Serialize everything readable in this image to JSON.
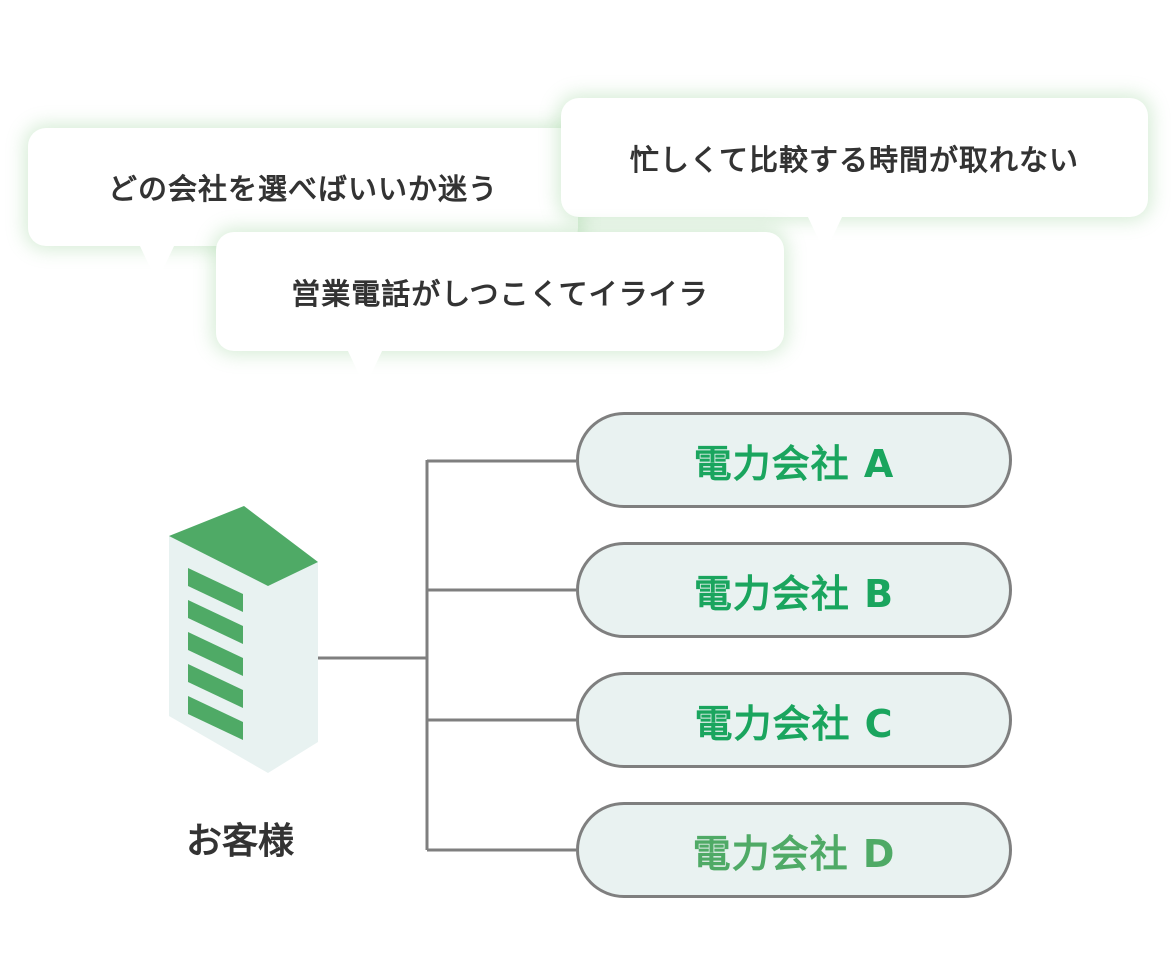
{
  "bubbles": [
    {
      "text": "どの会社を選べばいいか迷う"
    },
    {
      "text": "忙しくて比較する時間が取れない"
    },
    {
      "text": "営業電話がしつこくてイライラ"
    }
  ],
  "customer": {
    "label": "お客様"
  },
  "companies": [
    {
      "label": "電力会社 A"
    },
    {
      "label": "電力会社 B"
    },
    {
      "label": "電力会社 C"
    },
    {
      "label": "電力会社 D"
    }
  ],
  "colors": {
    "building_green": "#4faa66",
    "company_text": "#1aa55e",
    "company_fill": "#e9f2f1",
    "line": "#7f7f7f",
    "bubble_glow": "#6ebe6e"
  },
  "icons": {
    "building": "office-building-icon"
  }
}
